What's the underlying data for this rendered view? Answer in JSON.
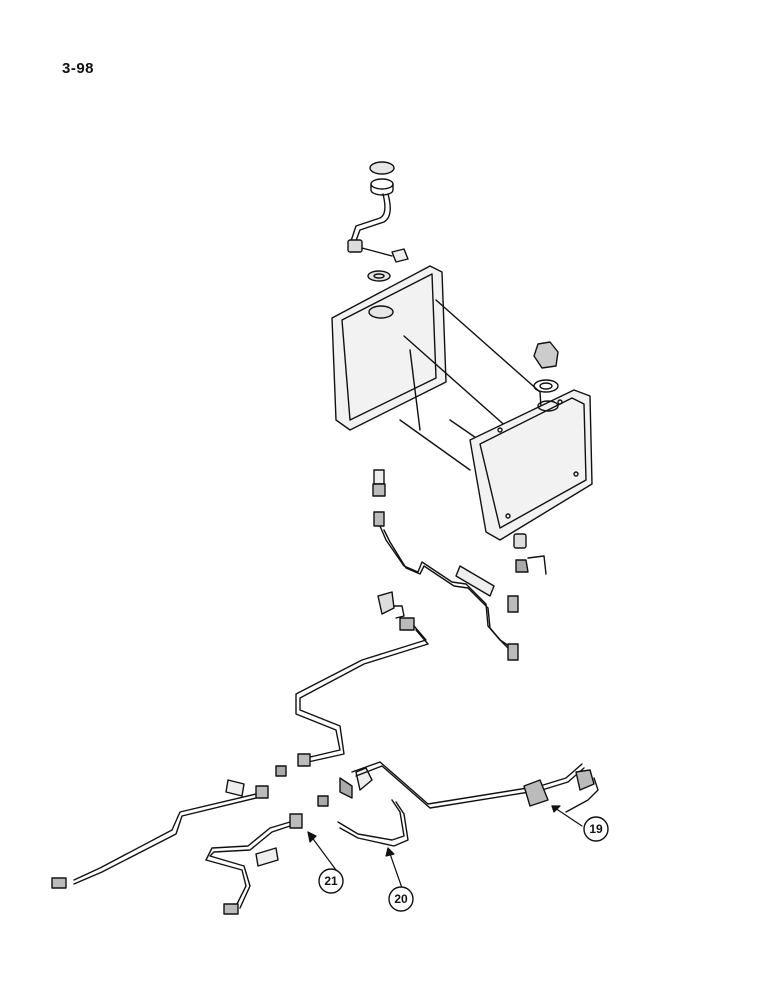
{
  "page": {
    "number": "3-98"
  },
  "callouts": [
    {
      "id": "19",
      "label": "19"
    },
    {
      "id": "20",
      "label": "20"
    },
    {
      "id": "21",
      "label": "21"
    }
  ],
  "colors": {
    "ink": "#111111",
    "paper": "#ffffff",
    "fill": "#e6e6e6"
  }
}
